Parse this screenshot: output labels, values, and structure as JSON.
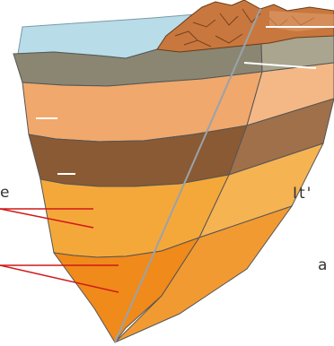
{
  "diagram": {
    "left_label_fragment": "e",
    "right_text_1": "It'",
    "right_text_2": "a",
    "colors": {
      "water": "#b8dce8",
      "crust_top": "#8a8672",
      "mantle_upper": "#f0a86c",
      "mantle_mid": "#8a5a34",
      "outer_core": "#f5a83a",
      "inner_core": "#f08a1a",
      "mountain": "#c8783e",
      "pointer_line": "#d01818"
    }
  }
}
